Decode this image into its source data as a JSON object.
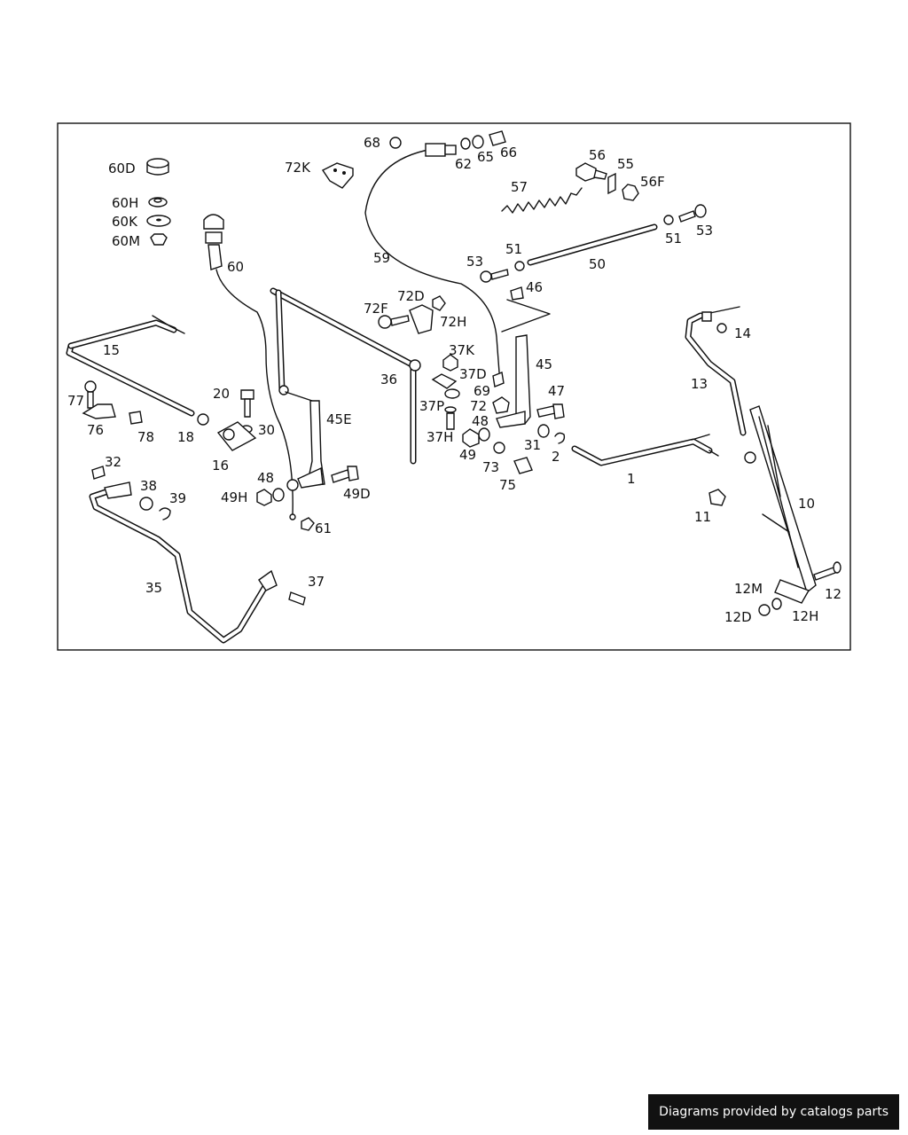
{
  "callouts": [
    {
      "id": "c68",
      "text": "68"
    },
    {
      "id": "c62",
      "text": "62"
    },
    {
      "id": "c65",
      "text": "65"
    },
    {
      "id": "c66",
      "text": "66"
    },
    {
      "id": "c56a",
      "text": "56"
    },
    {
      "id": "c55",
      "text": "55"
    },
    {
      "id": "c56F",
      "text": "56F"
    },
    {
      "id": "c57",
      "text": "57"
    },
    {
      "id": "c60D",
      "text": "60D"
    },
    {
      "id": "c72K",
      "text": "72K"
    },
    {
      "id": "c60H",
      "text": "60H"
    },
    {
      "id": "c60K",
      "text": "60K"
    },
    {
      "id": "c60M",
      "text": "60M"
    },
    {
      "id": "c60",
      "text": "60"
    },
    {
      "id": "c59",
      "text": "59"
    },
    {
      "id": "c53a",
      "text": "53"
    },
    {
      "id": "c51a",
      "text": "51"
    },
    {
      "id": "c50",
      "text": "50"
    },
    {
      "id": "c51b",
      "text": "51"
    },
    {
      "id": "c53b",
      "text": "53"
    },
    {
      "id": "c46",
      "text": "46"
    },
    {
      "id": "c72F",
      "text": "72F"
    },
    {
      "id": "c72D",
      "text": "72D"
    },
    {
      "id": "c72H",
      "text": "72H"
    },
    {
      "id": "c14",
      "text": "14"
    },
    {
      "id": "c15",
      "text": "15"
    },
    {
      "id": "c37K",
      "text": "37K"
    },
    {
      "id": "c45",
      "text": "45"
    },
    {
      "id": "c36",
      "text": "36"
    },
    {
      "id": "c37D",
      "text": "37D"
    },
    {
      "id": "c13",
      "text": "13"
    },
    {
      "id": "c77",
      "text": "77"
    },
    {
      "id": "c69",
      "text": "69"
    },
    {
      "id": "c47",
      "text": "47"
    },
    {
      "id": "c20",
      "text": "20"
    },
    {
      "id": "c37P",
      "text": "37P"
    },
    {
      "id": "c72",
      "text": "72"
    },
    {
      "id": "c45E",
      "text": "45E"
    },
    {
      "id": "c48a",
      "text": "48"
    },
    {
      "id": "c76",
      "text": "76"
    },
    {
      "id": "c78",
      "text": "78"
    },
    {
      "id": "c18",
      "text": "18"
    },
    {
      "id": "c30",
      "text": "30"
    },
    {
      "id": "c37H",
      "text": "37H"
    },
    {
      "id": "c31",
      "text": "31"
    },
    {
      "id": "c16",
      "text": "16"
    },
    {
      "id": "c49",
      "text": "49"
    },
    {
      "id": "c2",
      "text": "2"
    },
    {
      "id": "c32",
      "text": "32"
    },
    {
      "id": "c73",
      "text": "73"
    },
    {
      "id": "c48b",
      "text": "48"
    },
    {
      "id": "c1",
      "text": "1"
    },
    {
      "id": "c75",
      "text": "75"
    },
    {
      "id": "c38",
      "text": "38"
    },
    {
      "id": "c49H",
      "text": "49H"
    },
    {
      "id": "c49D",
      "text": "49D"
    },
    {
      "id": "c39",
      "text": "39"
    },
    {
      "id": "c10",
      "text": "10"
    },
    {
      "id": "c11",
      "text": "11"
    },
    {
      "id": "c61",
      "text": "61"
    },
    {
      "id": "c37",
      "text": "37"
    },
    {
      "id": "c35",
      "text": "35"
    },
    {
      "id": "c12M",
      "text": "12M"
    },
    {
      "id": "c12",
      "text": "12"
    },
    {
      "id": "c12D",
      "text": "12D"
    },
    {
      "id": "c12H",
      "text": "12H"
    }
  ],
  "footer": {
    "text": "Diagrams provided by catalogs parts"
  },
  "colors": {
    "line": "#111111",
    "background": "#ffffff",
    "footer_bg": "#111111",
    "footer_text": "#ffffff"
  }
}
